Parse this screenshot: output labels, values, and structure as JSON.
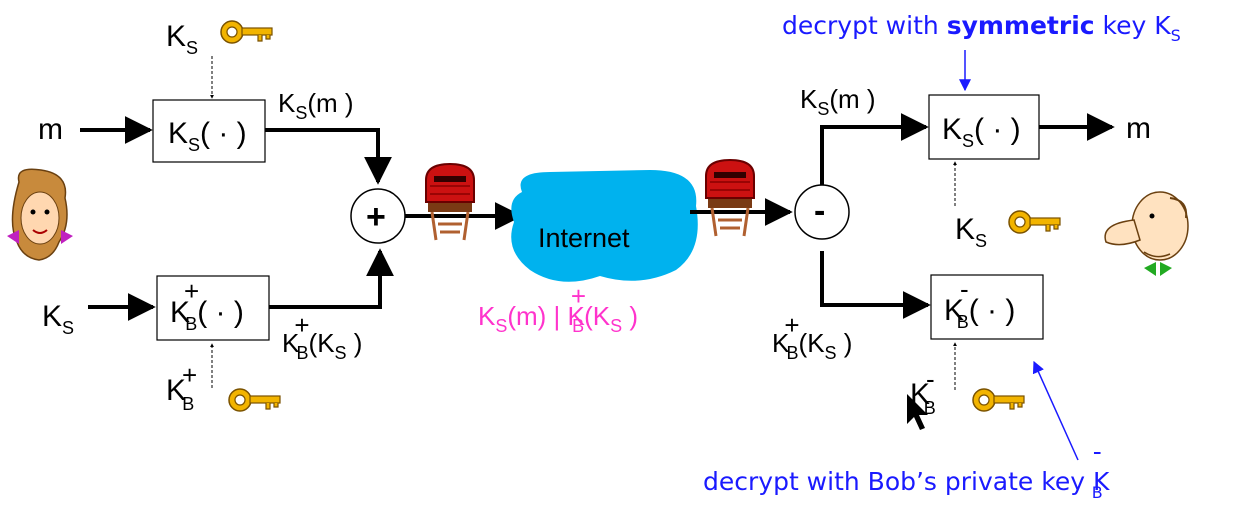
{
  "top_note": {
    "prefix": "decrypt with ",
    "bold": "symmetric",
    "suffix": " key K",
    "sub": "S"
  },
  "bottom_note": {
    "text": "decrypt with Bob’s private key K",
    "sup": "-",
    "sub": "B"
  },
  "sender": {
    "m_label": "m",
    "ks_input_label": "K",
    "ks_input_sub": "S",
    "ks_key_label": "K",
    "ks_key_sub": "S",
    "kbplus_key_label": "K",
    "kbplus_key_sup": "+",
    "kbplus_key_sub": "B",
    "box1": {
      "main": "K",
      "sub": "S",
      "arg": "( · )"
    },
    "box2": {
      "main": "K",
      "sup": "+",
      "sub": "B",
      "arg": "( · )"
    },
    "out1": {
      "main": "K",
      "sub": "S",
      "rest": "(m )"
    },
    "out2": {
      "main": "K",
      "sup": "+",
      "sub": "B",
      "rest": "(K",
      "rest_sub": "S",
      "tail": " )"
    },
    "combiner_symbol": "+"
  },
  "network": {
    "label": "Internet",
    "cloud_color": "#00b2ee",
    "message": {
      "a": "K",
      "a_sub": "S",
      "b": "(m) | K",
      "b_sup": "+",
      "b_sub": "B",
      "c": "(K",
      "c_sub": "S",
      "d": " )"
    }
  },
  "receiver": {
    "splitter_symbol": "-",
    "out_m_label": "m",
    "in1": {
      "main": "K",
      "sub": "S",
      "rest": "(m )"
    },
    "in2": {
      "main": "K",
      "sup": "+",
      "sub": "B",
      "rest": "(K",
      "rest_sub": "S",
      "tail": " )"
    },
    "box1": {
      "main": "K",
      "sub": "S",
      "arg": "( · )"
    },
    "box2": {
      "main": "K",
      "sup": "-",
      "sub": "B",
      "arg": "( · )"
    },
    "ks_key_label": "K",
    "ks_key_sub": "S",
    "kbminus_key_label": "K",
    "kbminus_key_sup": "-",
    "kbminus_key_sub": "B"
  },
  "icons": [
    "key-icon",
    "mailbox-icon",
    "alice-icon",
    "bob-icon",
    "mouse-cursor-icon"
  ],
  "colors": {
    "note_blue": "#1a1aff",
    "message_magenta": "#ff33cc",
    "mailbox_red": "#cc1111",
    "key_gold": "#f2b400"
  }
}
